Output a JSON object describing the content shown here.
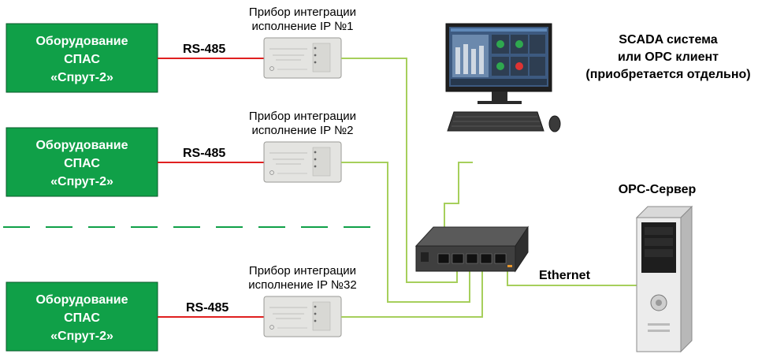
{
  "equipment": [
    {
      "line1": "Оборудование",
      "line2": "СПАС",
      "line3": "«Спрут-2»"
    },
    {
      "line1": "Оборудование",
      "line2": "СПАС",
      "line3": "«Спрут-2»"
    },
    {
      "line1": "Оборудование",
      "line2": "СПАС",
      "line3": "«Спрут-2»"
    }
  ],
  "rs485": [
    "RS-485",
    "RS-485",
    "RS-485"
  ],
  "devices": [
    {
      "line1": "Прибор интеграции",
      "line2": "исполнение IP №1"
    },
    {
      "line1": "Прибор интеграции",
      "line2": "исполнение IP №2"
    },
    {
      "line1": "Прибор интеграции",
      "line2": "исполнение IP №32"
    }
  ],
  "scada": {
    "line1": "SCADA система",
    "line2": "или OPC клиент",
    "line3": "(приобретается отдельно)"
  },
  "opc_server": "OPC-Сервер",
  "ethernet": "Ethernet",
  "colors": {
    "box_fill": "#10a048",
    "box_border": "#0a5a2a",
    "rs485_line": "#e02020",
    "ethernet_line": "#a6cf5c"
  }
}
